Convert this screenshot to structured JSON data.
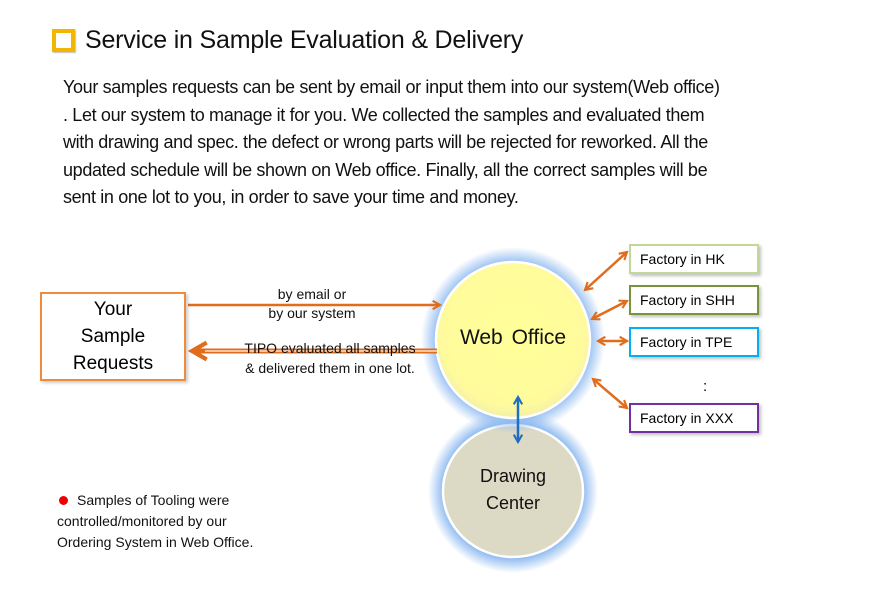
{
  "title": {
    "icon": "yellow-square-bullet-icon",
    "text": "Service in Sample Evaluation & Delivery"
  },
  "intro_lines": [
    "Your samples requests can be sent by email or input them into our system(Web office)",
    ". Let our system to manage it for you. We collected the samples and evaluated them",
    "with drawing and spec. the defect or wrong parts will be rejected for reworked. All the",
    "updated schedule will be shown on Web office. Finally, all the correct samples will be",
    "sent in one lot to you, in order to save your time and money."
  ],
  "diagram": {
    "requests_node": {
      "lines": [
        "Your",
        "Sample",
        "Requests"
      ],
      "border_color": "#ed8b3e"
    },
    "edge_to_office": {
      "lines": [
        "by email or",
        "by our system"
      ],
      "color": "#e06c1c"
    },
    "edge_from_office": {
      "lines": [
        "TIPO evaluated all samples",
        "& delivered them in one lot."
      ],
      "color": "#e06c1c"
    },
    "web_office_node": {
      "label": "Web  Office",
      "fill": "#ffff99",
      "glow": "#8bb8f0"
    },
    "drawing_center_node": {
      "lines": [
        "Drawing",
        "Center"
      ],
      "fill": "#dcd9c4",
      "glow": "#8bb8f0"
    },
    "office_drawing_edge_color": "#1e6fc1",
    "factories": [
      {
        "label": "Factory in HK",
        "border_color": "#c3d69b"
      },
      {
        "label": "Factory in SHH",
        "border_color": "#77933c"
      },
      {
        "label": "Factory in TPE",
        "border_color": "#00b0f0"
      },
      {
        "label": "Factory in XXX",
        "border_color": "#7030a0"
      }
    ],
    "factory_edge_color": "#e06c1c",
    "ellipsis": ":"
  },
  "note": {
    "bullet": "red-dot-bullet-icon",
    "lines": [
      "Samples of Tooling  were",
      "controlled/monitored by our",
      "Ordering System in Web Office."
    ],
    "bullet_color": "#ee0000"
  }
}
